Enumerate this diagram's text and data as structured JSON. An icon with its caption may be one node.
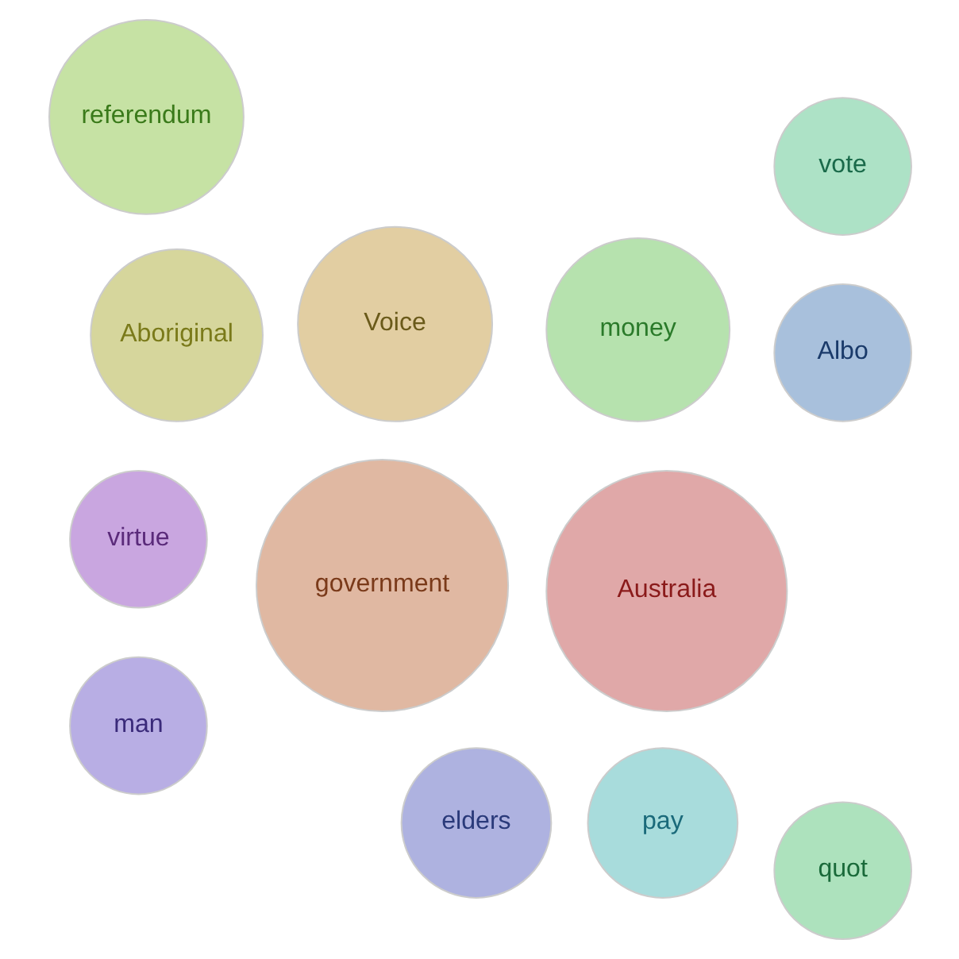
{
  "diagram": {
    "nodes": [
      {
        "text": [
          "virtue"
        ]
      },
      {
        "text": [
          "money"
        ]
      },
      {
        "text": [
          "elders"
        ]
      },
      {
        "text": [
          "Aboriginal"
        ]
      },
      {
        "text": [
          "government"
        ]
      },
      {
        "text": [
          "pay"
        ]
      },
      {
        "text": [
          "man"
        ]
      },
      {
        "text": [
          "Australia"
        ]
      },
      {
        "text": [
          "Voice"
        ]
      },
      {
        "text": [
          "quot"
        ]
      },
      {
        "text": [
          "referendum"
        ]
      },
      {
        "text": [
          "Albo"
        ]
      },
      {
        "text": [
          "vote"
        ]
      }
    ]
  }
}
